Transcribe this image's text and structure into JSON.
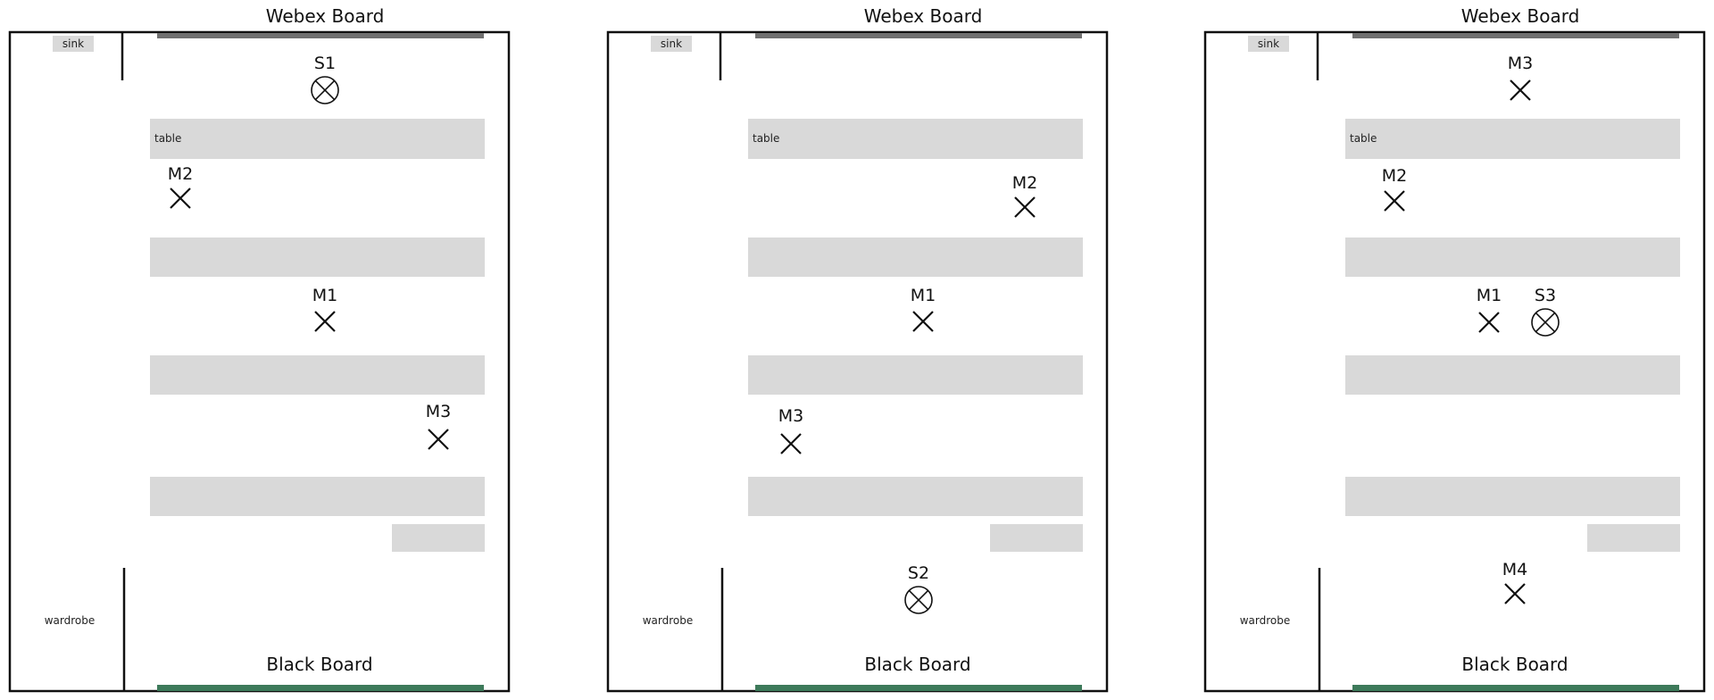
{
  "colors": {
    "wall": "#111111",
    "furniture": "#d9d9d9",
    "webex_board": "#707070",
    "black_board": "#3d7a5a",
    "marker": "#111111"
  },
  "plans": [
    {
      "top_label": "Webex Board",
      "bottom_label": "Black Board",
      "sink_label": "sink",
      "wardrobe_label": "wardrobe",
      "table_label": "table",
      "markers": [
        {
          "label": "S1",
          "kind": "speaker-icon"
        },
        {
          "label": "M2",
          "kind": "mic-icon"
        },
        {
          "label": "M1",
          "kind": "mic-icon"
        },
        {
          "label": "M3",
          "kind": "mic-icon"
        }
      ]
    },
    {
      "top_label": "Webex Board",
      "bottom_label": "Black Board",
      "sink_label": "sink",
      "wardrobe_label": "wardrobe",
      "table_label": "table",
      "markers": [
        {
          "label": "M2",
          "kind": "mic-icon"
        },
        {
          "label": "M1",
          "kind": "mic-icon"
        },
        {
          "label": "M3",
          "kind": "mic-icon"
        },
        {
          "label": "S2",
          "kind": "speaker-icon"
        }
      ]
    },
    {
      "top_label": "Webex Board",
      "bottom_label": "Black Board",
      "sink_label": "sink",
      "wardrobe_label": "wardrobe",
      "table_label": "table",
      "markers": [
        {
          "label": "M3",
          "kind": "mic-icon"
        },
        {
          "label": "M2",
          "kind": "mic-icon"
        },
        {
          "label": "M1",
          "kind": "mic-icon"
        },
        {
          "label": "S3",
          "kind": "speaker-icon"
        },
        {
          "label": "M4",
          "kind": "mic-icon"
        }
      ]
    }
  ]
}
